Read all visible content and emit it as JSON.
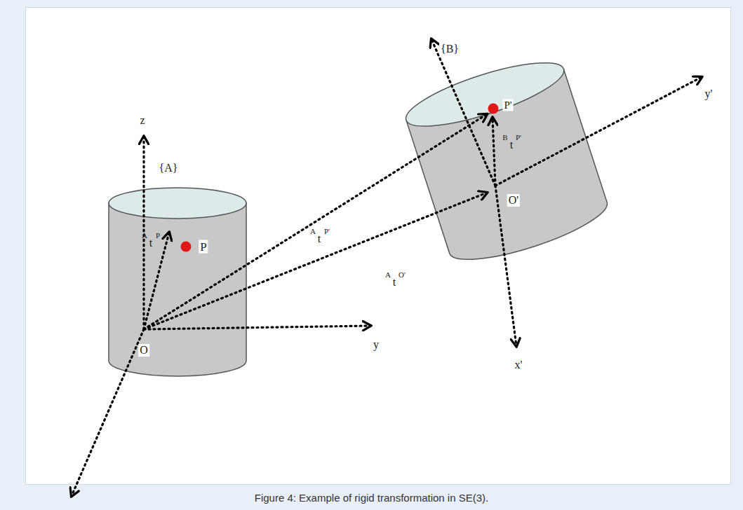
{
  "diagram": {
    "caption": "Figure 4: Example of rigid transformation in SE(3).",
    "labels": [
      "z",
      "{A}",
      "O",
      "P",
      "y",
      "A",
      "t",
      "P",
      "A",
      "t",
      "P'",
      "A",
      "t",
      "O'",
      "{B}",
      "P'",
      "B",
      "t",
      "P'",
      "y'",
      "O'",
      "x'"
    ]
  }
}
